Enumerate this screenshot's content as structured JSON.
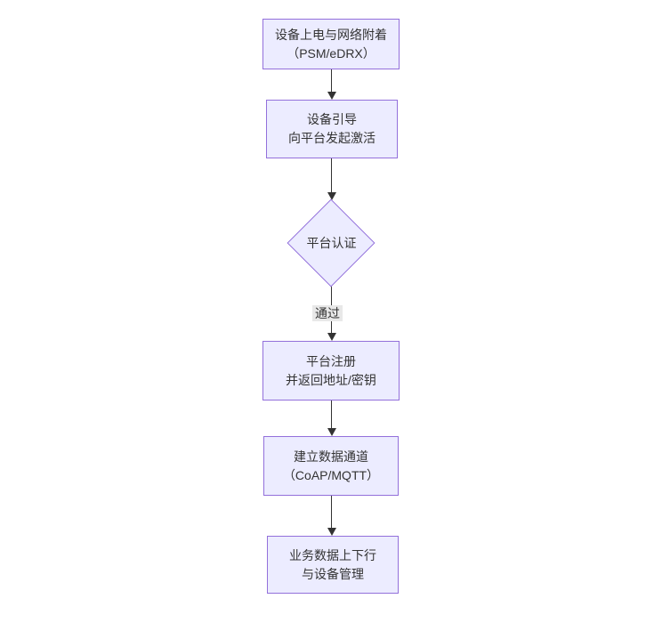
{
  "diagram": {
    "type": "flowchart",
    "direction": "top-down",
    "colors": {
      "background": "#ffffff",
      "node_fill": "#ECECFF",
      "node_border": "#9370DB",
      "arrow": "#333333",
      "text": "#333333",
      "edge_label_bg": "#e8e8e8"
    },
    "nodes": [
      {
        "id": "power-attach",
        "type": "rect",
        "label": "设备上电与网络附着\n（PSM/eDRX）"
      },
      {
        "id": "bootstrap",
        "type": "rect",
        "label": "设备引导\n向平台发起激活"
      },
      {
        "id": "auth",
        "type": "diamond",
        "label": "平台认证"
      },
      {
        "id": "register",
        "type": "rect",
        "label": "平台注册\n并返回地址/密钥"
      },
      {
        "id": "channel",
        "type": "rect",
        "label": "建立数据通道\n（CoAP/MQTT）"
      },
      {
        "id": "business",
        "type": "rect",
        "label": "业务数据上下行\n与设备管理"
      }
    ],
    "edges": [
      {
        "from": "power-attach",
        "to": "bootstrap",
        "label": ""
      },
      {
        "from": "bootstrap",
        "to": "auth",
        "label": ""
      },
      {
        "from": "auth",
        "to": "register",
        "label": "通过"
      },
      {
        "from": "register",
        "to": "channel",
        "label": ""
      },
      {
        "from": "channel",
        "to": "business",
        "label": ""
      }
    ]
  }
}
